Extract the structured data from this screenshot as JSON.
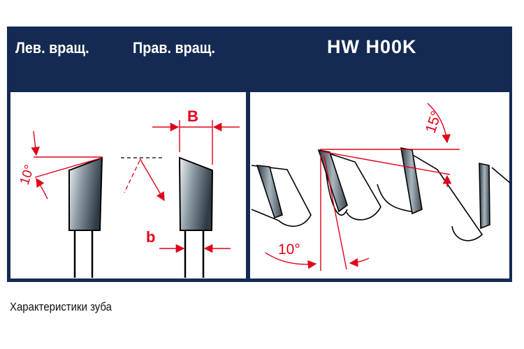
{
  "header": {
    "left_label": "Лев. вращ.",
    "right_label": "Прав. вращ.",
    "hook_label": "HW  H00K"
  },
  "diagram": {
    "tooth_angle_label": "10°",
    "width_top_label": "B",
    "width_bottom_label": "b",
    "hook_top_angle_label": "15°",
    "hook_bottom_angle_label": "10°"
  },
  "caption": "Характеристики зуба",
  "colors": {
    "header_bg": "#152a52",
    "dimension_red": "#e1001a",
    "steel_dark": "#3d4a54",
    "steel_light": "#eef2f4"
  }
}
